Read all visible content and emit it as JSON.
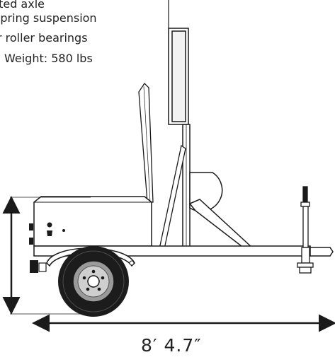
{
  "specs": {
    "line1": "lb rated axle",
    "line2": "spring suspension",
    "line3": "r roller bearings",
    "line4": "Weight: 580 lbs"
  },
  "dimension": {
    "length_label": "8′ 4.7″"
  },
  "colors": {
    "stroke": "#1a1a1a",
    "text": "#222222",
    "tire": "#1c1c1c",
    "hub": "#9a9a9a",
    "background": "#ffffff"
  }
}
